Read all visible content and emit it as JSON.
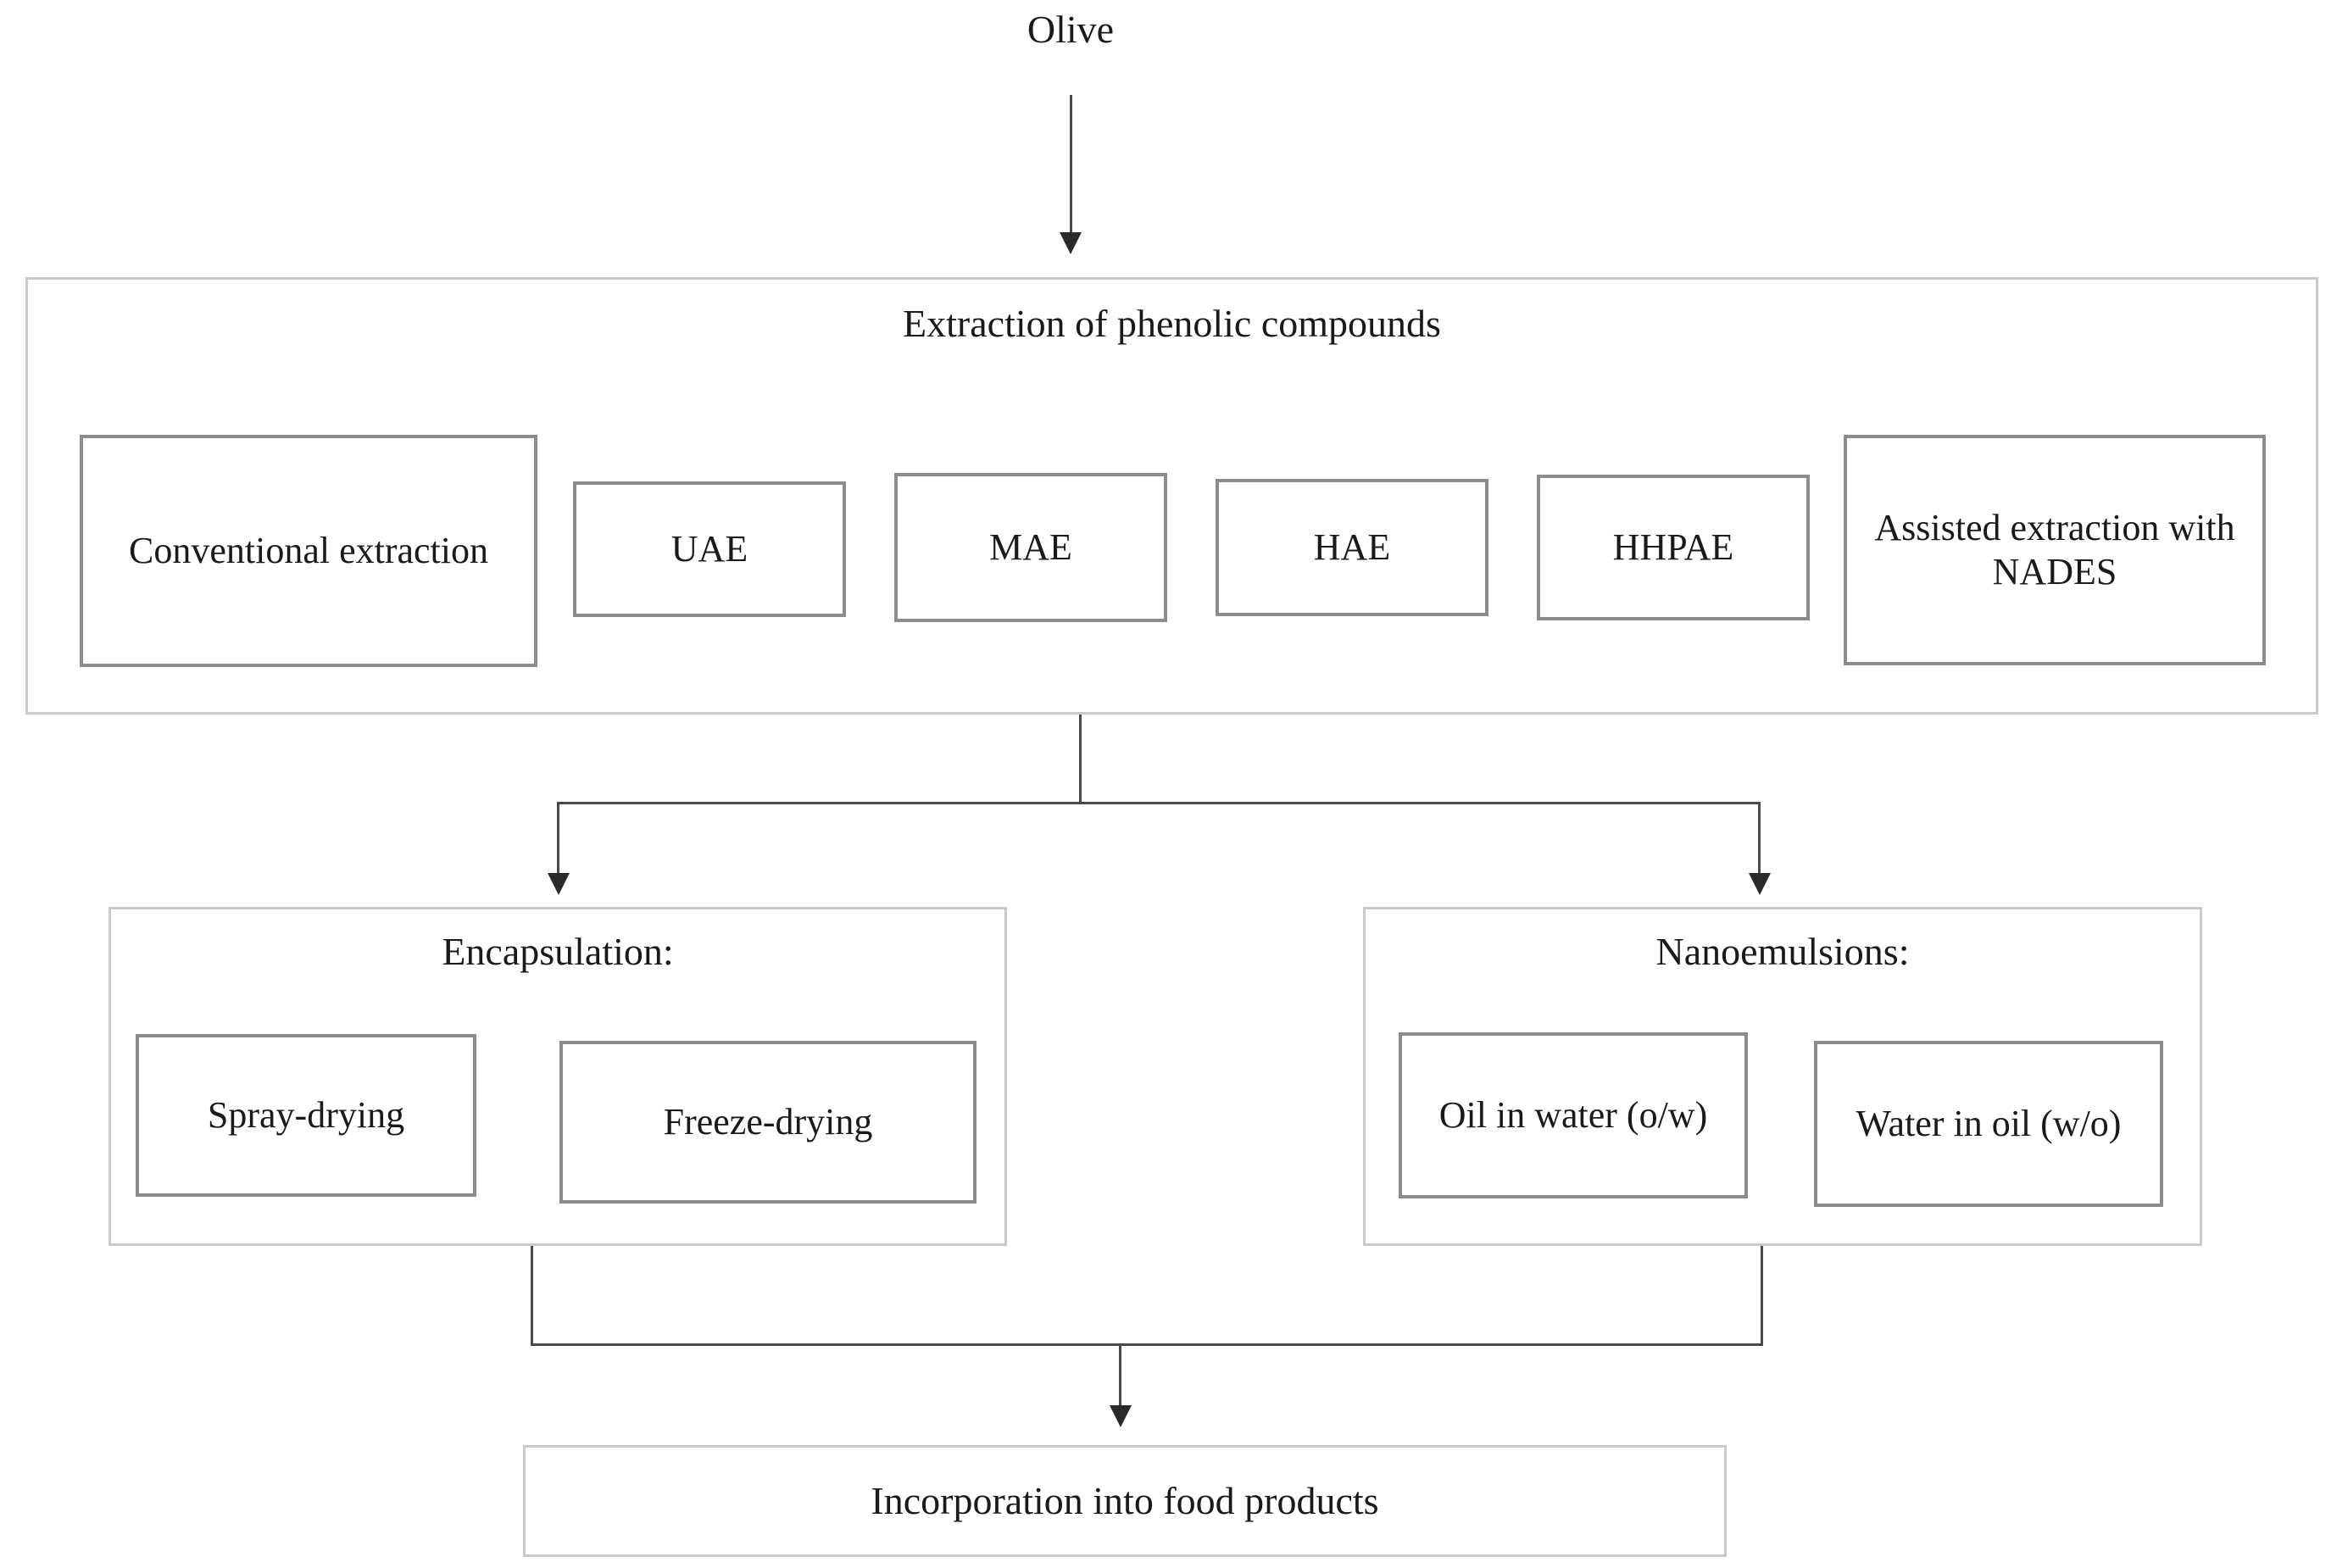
{
  "diagram": {
    "title": "Olive phenolic compounds processing flowchart",
    "source_label": "Olive",
    "accent_color": "#8c8c8c",
    "frame_color": "#c9c9c9",
    "line_color": "#4a4a4a",
    "background": "#ffffff"
  },
  "extraction": {
    "heading": "Extraction of phenolic compounds",
    "methods": [
      {
        "label": "Conventional extraction"
      },
      {
        "label": "UAE"
      },
      {
        "label": "MAE"
      },
      {
        "label": "HAE"
      },
      {
        "label": "HHPAE"
      },
      {
        "label": "Assisted extraction with NADES"
      }
    ]
  },
  "branches": [
    {
      "heading": "Encapsulation:",
      "items": [
        {
          "label": "Spray-drying"
        },
        {
          "label": "Freeze-drying"
        }
      ]
    },
    {
      "heading": "Nanoemulsions:",
      "items": [
        {
          "label": "Oil in water (o/w)"
        },
        {
          "label": "Water in oil (w/o)"
        }
      ]
    }
  ],
  "outcome": {
    "label": "Incorporation into food products"
  }
}
